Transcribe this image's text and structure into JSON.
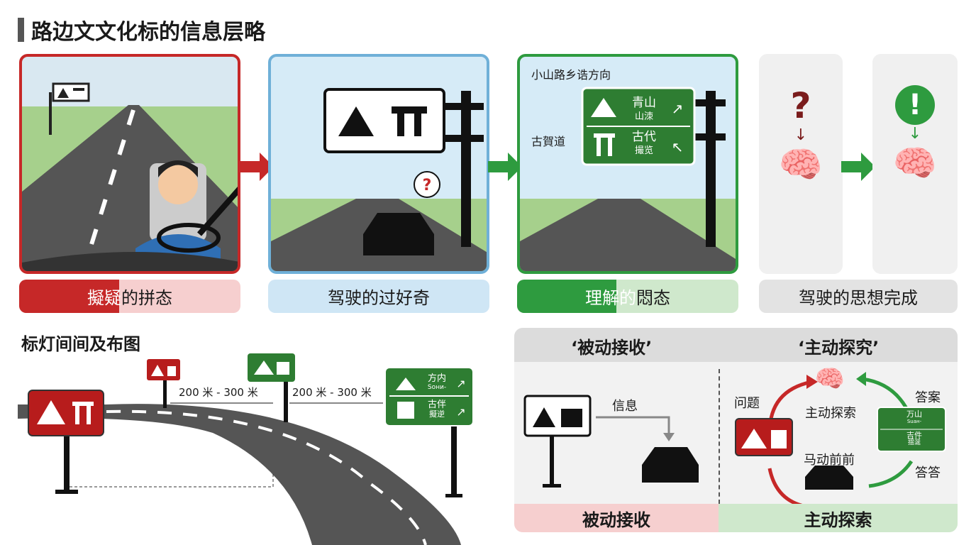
{
  "title": "路边文文化标的信息层略",
  "stages": [
    {
      "label_highlight": "擬疑",
      "label_rest": "的拼态",
      "color": "#c62828",
      "label_bg": "#f6cfcf"
    },
    {
      "label": "驾驶的过好奇",
      "color": "#6fb0d8",
      "label_bg": "#cfe6f5"
    },
    {
      "label_highlight": "理解的",
      "label_rest": "悶态",
      "color": "#2e9b3f",
      "label_bg": "#cfe8cc"
    },
    {
      "label": "驾驶的思想完成",
      "label_bg": "#e3e3e3"
    }
  ],
  "stage3_sign": {
    "callout_top": "小山路乡诰方向",
    "callout_side": "古賀道",
    "row1_main": "青山",
    "row1_sub": "山洓",
    "row2_main": "古代",
    "row2_sub": "撮览"
  },
  "layout_section": {
    "title": "标灯间间及布图",
    "distance1": "200 米 - 300 米",
    "distance2": "200 米 - 300 米",
    "sign_row1_main": "方内",
    "sign_row1_sub": "Soни-",
    "sign_row2_main": "古伴",
    "sign_row2_sub": "擬逆"
  },
  "compare": {
    "passive_header": "‘被动接收’",
    "active_header": "‘主动探究’",
    "passive_info": "信息",
    "question": "问题",
    "explore": "主动探索",
    "forward": "马动前前",
    "answer_top": "答案",
    "answer_bottom": "答答",
    "mini_row1": "万山",
    "mini_row1_sub": "Suан-",
    "mini_row2": "吉件",
    "mini_row2_sub": "揺涎",
    "passive_footer": "被动接收",
    "active_footer": "主动探索"
  }
}
